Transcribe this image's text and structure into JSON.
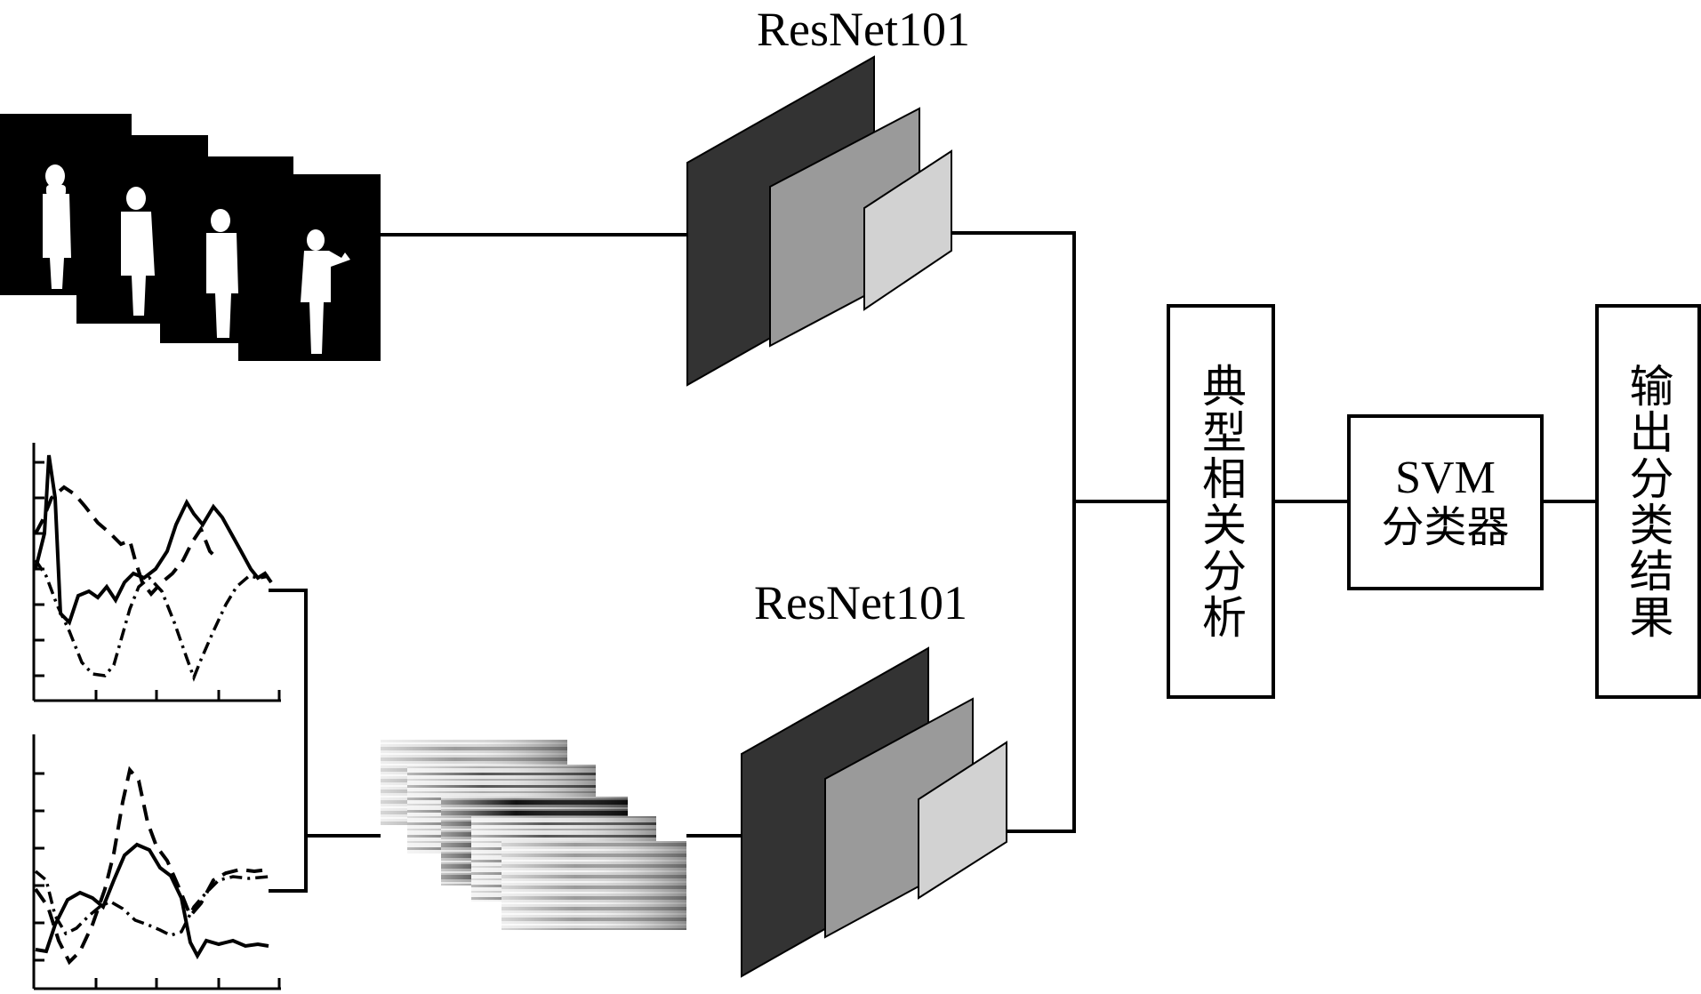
{
  "labels": {
    "resnet_top": "ResNet101",
    "resnet_bottom": "ResNet101"
  },
  "boxes": {
    "cca": "典型相关分析",
    "svm_title": "SVM",
    "svm_sub": "分类器",
    "output": "输出分类结果"
  },
  "colors": {
    "line": "#000000",
    "layer_dark": "#333333",
    "layer_mid": "#9a9a9a",
    "layer_light": "#d2d2d2",
    "frame_bg": "#000000",
    "silhouette": "#ffffff"
  }
}
